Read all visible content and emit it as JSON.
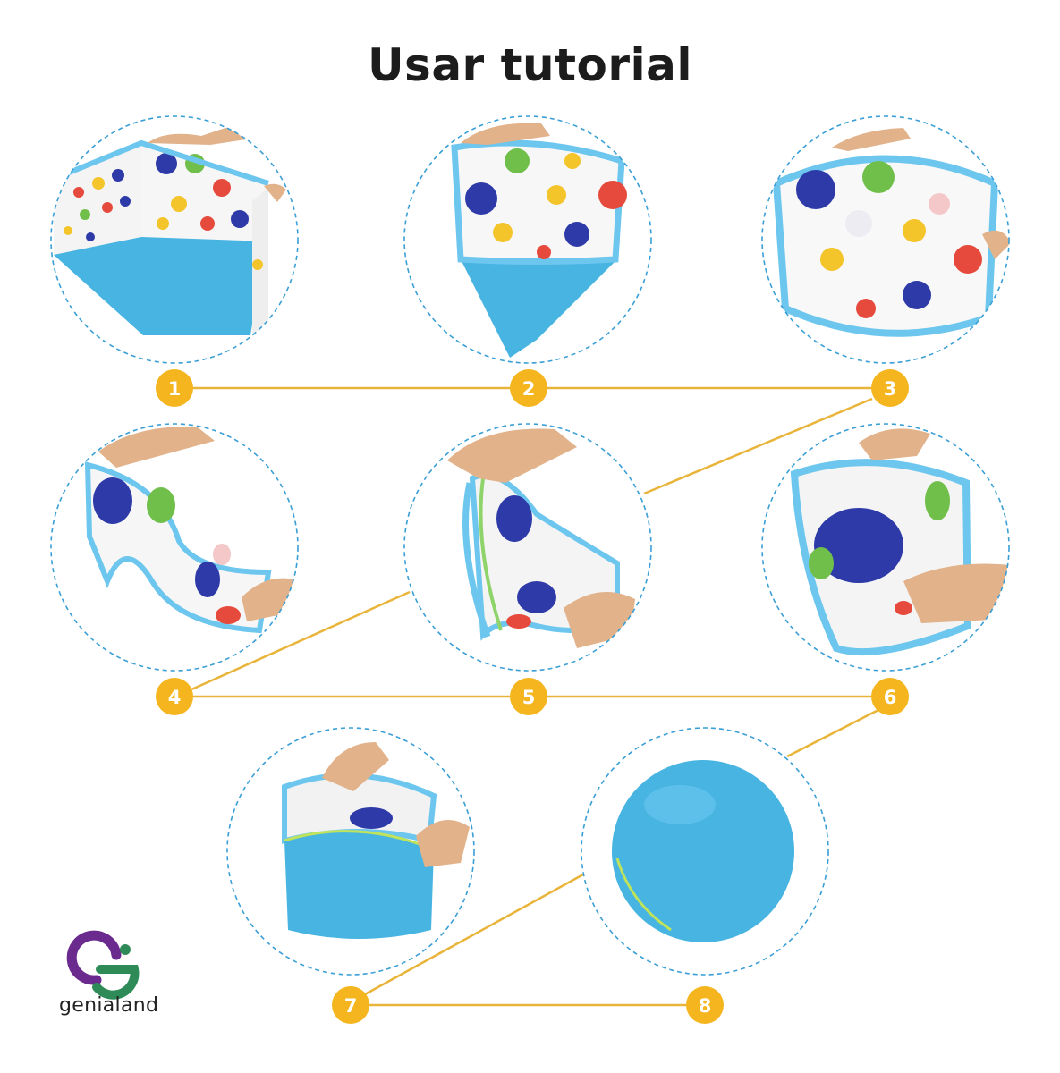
{
  "title": "Usar tutorial",
  "brand": {
    "name": "genialand"
  },
  "colors": {
    "badge": "#F4B51F",
    "connector": "#E9B43A",
    "circle_border": "#3A9FD6",
    "fabric_blue": "#47B4E2",
    "trim_blue": "#6CC6EE"
  },
  "steps": [
    {
      "number": "1"
    },
    {
      "number": "2"
    },
    {
      "number": "3"
    },
    {
      "number": "4"
    },
    {
      "number": "5"
    },
    {
      "number": "6"
    },
    {
      "number": "7"
    },
    {
      "number": "8"
    }
  ]
}
